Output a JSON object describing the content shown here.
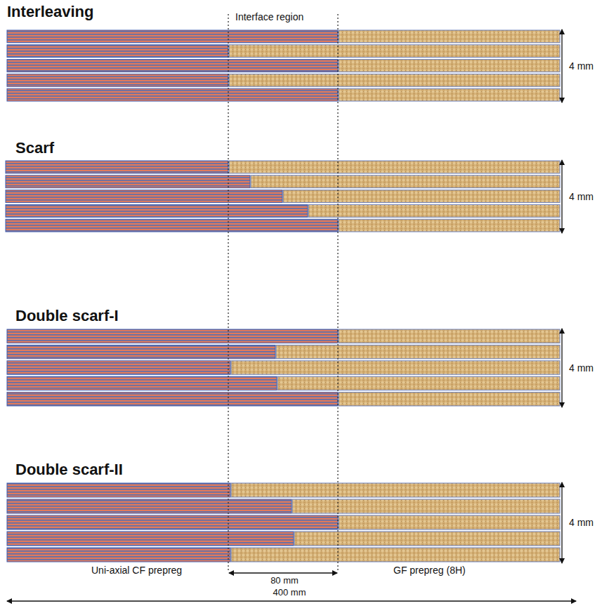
{
  "diagram": {
    "labels": [
      "Interleaving",
      "Interface region",
      "4 mm",
      "Scarf",
      "4 mm",
      "Double scarf-I",
      "4 mm",
      "Double scarf-II",
      "4 mm",
      "Uni-axial CF prepreg",
      "80 mm",
      "GF prepreg (8H)",
      "400 mm"
    ]
  }
}
